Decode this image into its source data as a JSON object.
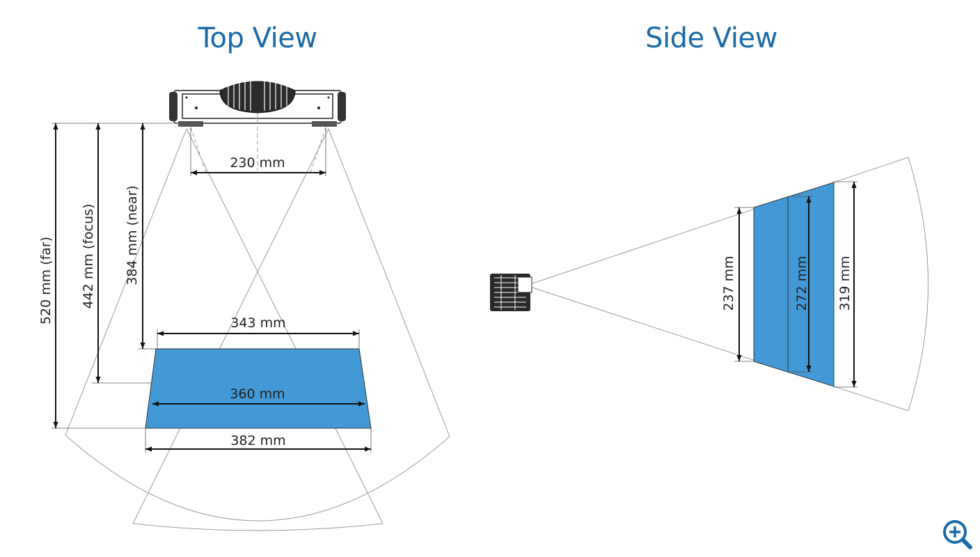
{
  "top_view": {
    "title": "Top View",
    "dimensions": {
      "far": "520 mm (far)",
      "focus": "442 mm (focus)",
      "near": "384 mm (near)",
      "baseline": "230 mm",
      "width_near": "343 mm",
      "width_focus": "360 mm",
      "width_far": "382 mm"
    }
  },
  "side_view": {
    "title": "Side View",
    "dimensions": {
      "height_near": "237 mm",
      "height_focus": "272 mm",
      "height_far": "319 mm"
    }
  },
  "colors": {
    "accent": "#1a6aa8",
    "zone": "#4299d6"
  },
  "zoom": {
    "icon": "zoom-in-icon"
  }
}
